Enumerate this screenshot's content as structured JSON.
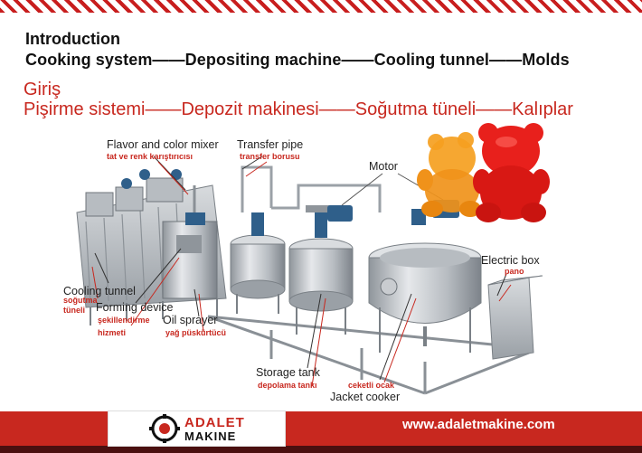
{
  "header": {
    "title_en": "Introduction",
    "flow_en": "Cooking system——Depositing machine——Cooling tunnel——Molds",
    "title_tr": "Giriş",
    "flow_tr": "Pişirme sistemi——Depozit makinesi——Soğutma tüneli——Kalıplar"
  },
  "labels": {
    "flavor_mixer": {
      "en": "Flavor and color mixer",
      "tr": "tat ve renk karıştırıcısı"
    },
    "transfer_pipe": {
      "en": "Transfer pipe",
      "tr": "transfer borusu"
    },
    "motor": {
      "en": "Motor"
    },
    "electric_box": {
      "en": "Electric box",
      "tr": "pano"
    },
    "cooling_tunnel": {
      "en": "Cooling tunnel",
      "tr1": "soğutma",
      "tr2": "tüneli"
    },
    "forming_device": {
      "en": "Forming device",
      "tr1": "şekillendirme",
      "tr2": "hizmeti"
    },
    "oil_sprayer": {
      "en": "Oil sprayer",
      "tr": "yağ püskürtücü"
    },
    "storage_tank": {
      "en": "Storage tank",
      "tr": "depolama tankı"
    },
    "jacket_cooker": {
      "en": "Jacket cooker",
      "tr": "ceketli ocak"
    }
  },
  "footer": {
    "brand_top": "ADALET",
    "brand_bottom": "MAKINE",
    "website": "www.adaletmakine.com"
  },
  "colors": {
    "accent_red": "#c8281f",
    "steel": "#c9ccd0",
    "motor_blue": "#2f5f8a",
    "gummy_orange": "#f5a020",
    "gummy_red": "#e8201c"
  },
  "icons": [
    "adalet-logo-icon",
    "gummy-bear-orange-icon",
    "gummy-bear-red-icon"
  ]
}
